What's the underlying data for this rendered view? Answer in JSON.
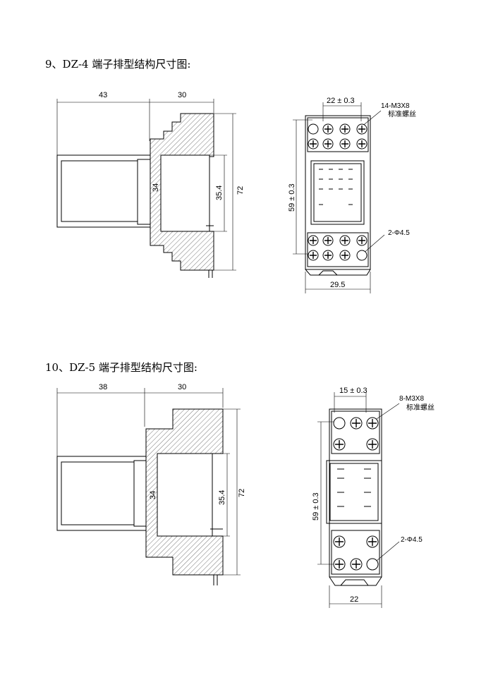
{
  "section9": {
    "title": "9、DZ-4 端子排型结构尺寸图:",
    "side": {
      "w1": "43",
      "w2": "30",
      "h1": "34",
      "h2": "35.4",
      "h3": "72"
    },
    "front": {
      "top_dim": "22 ± 0.3",
      "screw": "14-M3X8",
      "screw_note": "标准螺丝",
      "height": "59 ± 0.3",
      "hole": "2-Φ4.5",
      "bottom_dim": "29.5"
    }
  },
  "section10": {
    "title": "10、DZ-5 端子排型结构尺寸图:",
    "side": {
      "w1": "38",
      "w2": "30",
      "h1": "34",
      "h2": "35.4",
      "h3": "72"
    },
    "front": {
      "top_dim": "15 ± 0.3",
      "screw": "8-M3X8",
      "screw_note": "标准螺丝",
      "height": "59 ± 0.3",
      "hole": "2-Φ4.5",
      "bottom_dim": "22"
    }
  }
}
